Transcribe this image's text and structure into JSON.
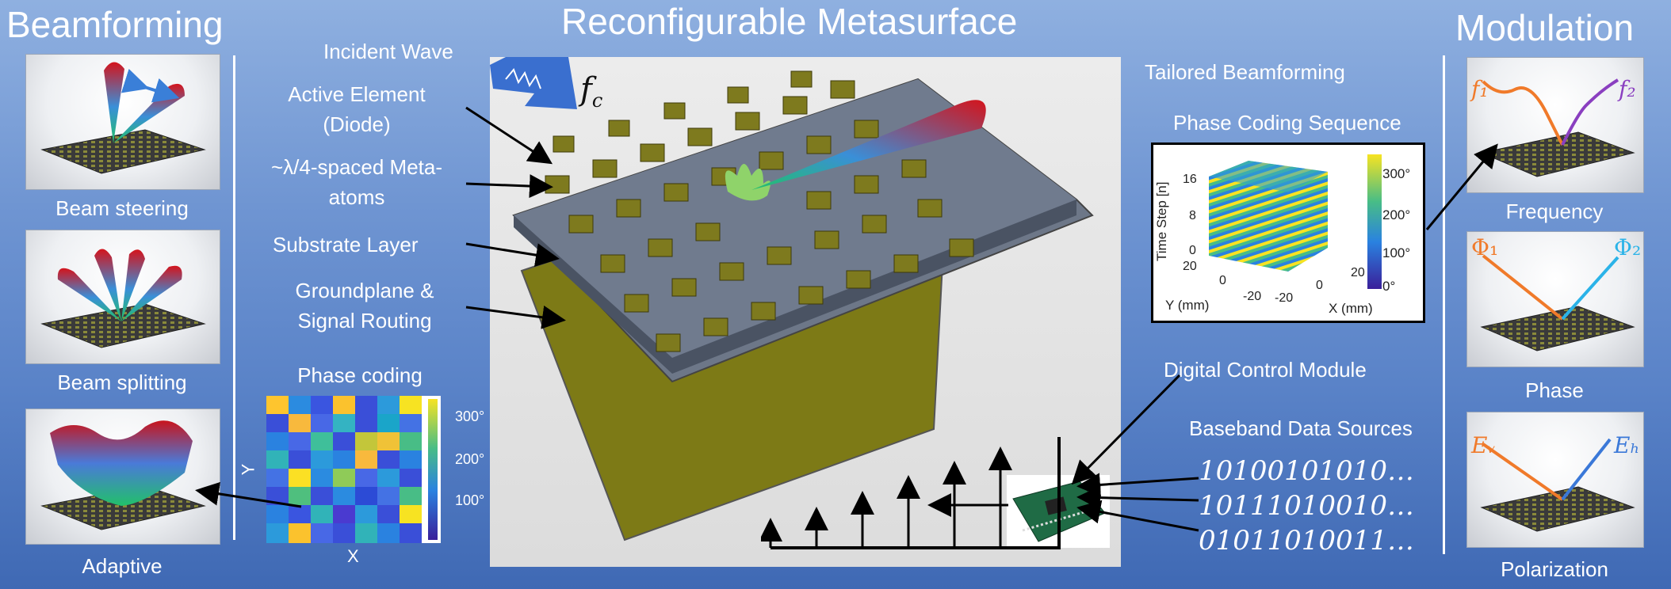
{
  "titles": {
    "beamforming": "Beamforming",
    "metasurface": "Reconfigurable Metasurface",
    "modulation": "Modulation"
  },
  "beamforming_panels": [
    {
      "label": "Beam steering"
    },
    {
      "label": "Beam splitting"
    },
    {
      "label": "Adaptive"
    }
  ],
  "modulation_panels": [
    {
      "label": "Frequency",
      "sym_in": "f₁",
      "sym_out": "f₂"
    },
    {
      "label": "Phase",
      "sym_in": "Φ₁",
      "sym_out": "Φ₂"
    },
    {
      "label": "Polarization",
      "sym_in": "Eᵥ",
      "sym_out": "Eₕ"
    }
  ],
  "phase_coding": {
    "title": "Phase coding",
    "xlabel": "X",
    "ylabel": "Y",
    "ticks": [
      "300°",
      "200°",
      "100°"
    ]
  },
  "center_labels": {
    "incident_wave": "Incident Wave",
    "fc": "f",
    "fc_sub": "c",
    "active_element_1": "Active Element",
    "active_element_2": "(Diode)",
    "meta_atoms_1": "~λ/4-spaced Meta-",
    "meta_atoms_2": "atoms",
    "substrate": "Substrate Layer",
    "groundplane_1": "Groundplane &",
    "groundplane_2": "Signal Routing"
  },
  "right_labels": {
    "tailored": "Tailored Beamforming",
    "phase_seq": "Phase Coding Sequence",
    "digital_control": "Digital Control Module",
    "baseband": "Baseband Data Sources"
  },
  "cube_plot": {
    "ylabel_time": "Time Step [n]",
    "t_ticks": [
      "16",
      "8",
      "0"
    ],
    "y_ticks": [
      "20",
      "0",
      "-20"
    ],
    "x_ticks": [
      "-20",
      "0",
      "20"
    ],
    "ylabel": "Y (mm)",
    "xlabel": "X (mm)",
    "cb_ticks": [
      "300°",
      "200°",
      "100°",
      "0°"
    ]
  },
  "bit_streams": [
    "10100101010…",
    "10111010010…",
    "01011010011…"
  ]
}
